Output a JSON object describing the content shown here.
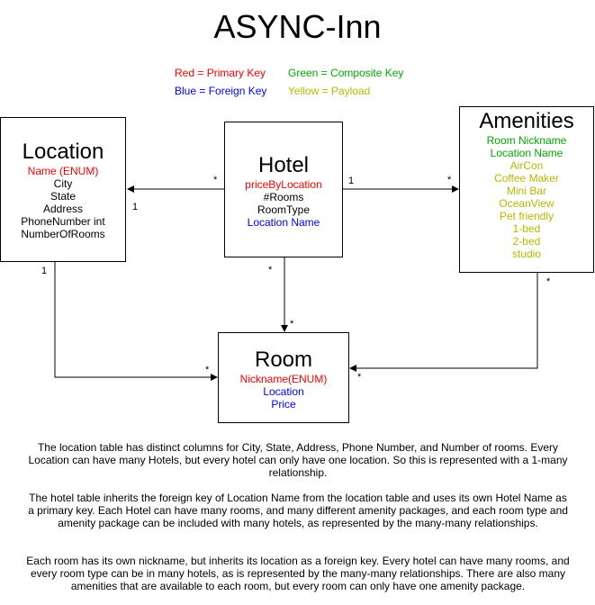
{
  "title": "ASYNC-Inn",
  "legend": {
    "red": "Red = Primary Key",
    "green": "Green = Composite Key",
    "blue": "Blue = Foreign Key",
    "yellow": "Yellow = Payload"
  },
  "colors": {
    "primary_key": "#ff0000",
    "composite_key": "#00aa00",
    "foreign_key": "#0000ff",
    "payload": "#b8b800"
  },
  "tables": {
    "location": {
      "name": "Location",
      "fields": [
        {
          "text": "Name (ENUM)",
          "kind": "red"
        },
        {
          "text": "City",
          "kind": "black"
        },
        {
          "text": "State",
          "kind": "black"
        },
        {
          "text": "Address",
          "kind": "black"
        },
        {
          "text": "PhoneNumber int",
          "kind": "black"
        },
        {
          "text": "NumberOfRooms",
          "kind": "black"
        }
      ]
    },
    "hotel": {
      "name": "Hotel",
      "fields": [
        {
          "text": "priceByLocation",
          "kind": "red"
        },
        {
          "text": "#Rooms",
          "kind": "black"
        },
        {
          "text": "RoomType",
          "kind": "black"
        },
        {
          "text": "Location Name",
          "kind": "blue"
        }
      ]
    },
    "amenities": {
      "name": "Amenities",
      "fields": [
        {
          "text": "Room Nickname",
          "kind": "green"
        },
        {
          "text": "Location Name",
          "kind": "green"
        },
        {
          "text": "AirCon",
          "kind": "yellow"
        },
        {
          "text": "Coffee Maker",
          "kind": "yellow"
        },
        {
          "text": "Mini Bar",
          "kind": "yellow"
        },
        {
          "text": "OceanView",
          "kind": "yellow"
        },
        {
          "text": "Pet friendly",
          "kind": "yellow"
        },
        {
          "text": "1-bed",
          "kind": "yellow"
        },
        {
          "text": "2-bed",
          "kind": "yellow"
        },
        {
          "text": "studio",
          "kind": "yellow"
        }
      ]
    },
    "room": {
      "name": "Room",
      "fields": [
        {
          "text": "Nickname(ENUM)",
          "kind": "red"
        },
        {
          "text": "Location",
          "kind": "blue"
        },
        {
          "text": "Price",
          "kind": "blue"
        }
      ]
    }
  },
  "cardinality": {
    "hotel_location_star": "*",
    "hotel_location_one": "1",
    "hotel_amenities_one": "1",
    "hotel_amenities_star": "*",
    "location_room_one": "1",
    "location_room_star": "*",
    "hotel_room_star_top": "*",
    "hotel_room_star_bottom": "*",
    "amenities_room_star_top": "*",
    "amenities_room_star_bottom": "*"
  },
  "paragraphs": [
    "The location table has distinct columns for City, State, Address, Phone Number, and Number of rooms. Every Location can have many Hotels, but every hotel can only have one location. So this is represented with a 1-many relationship.",
    "The hotel table inherits the foreign key of Location Name from the location table and uses its own Hotel Name as a primary key. Each Hotel can have many rooms, and many different amenity packages, and each room type and amenity package can be included with many hotels, as represented by the many-many relationships.",
    "Each room has its own nickname, but inherits its location as a foreign key. Every hotel can have many rooms, and every room type can be in many hotels, as is represented by the many-many relationships. There are also many amenities that are available to each room, but every room can only have one amenity package."
  ]
}
